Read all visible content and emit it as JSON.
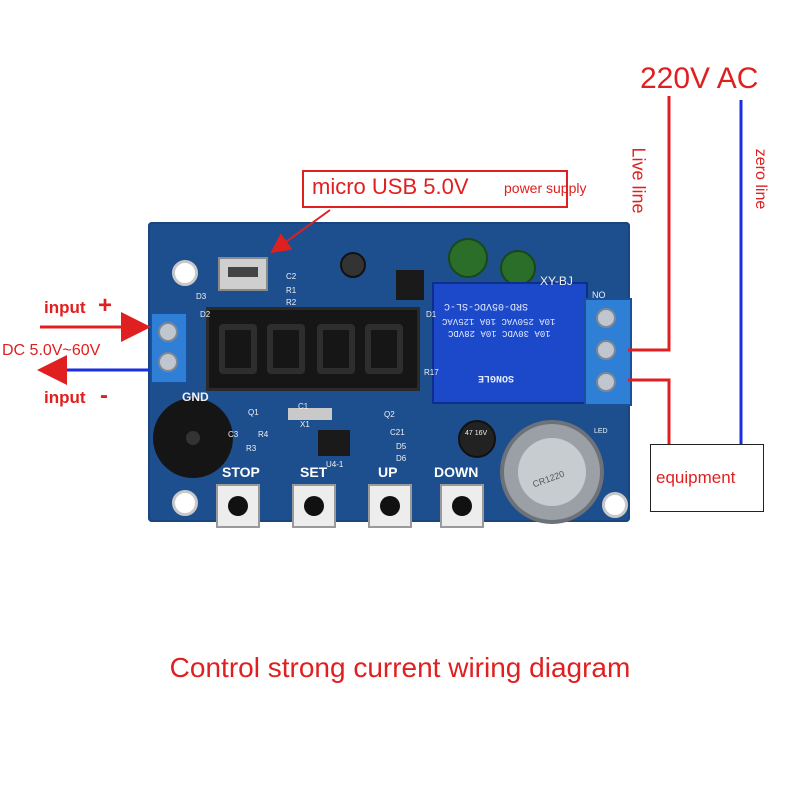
{
  "labels": {
    "power_title_main": "micro USB 5.0V",
    "power_title_sub": "power supply",
    "input_plus": "input",
    "input_plus_sign": "+",
    "dc_range": "DC 5.0V~60V",
    "input_minus": "input",
    "input_minus_sign": "-",
    "ac_title": "220V AC",
    "live_line": "Live line",
    "zero_line": "zero line",
    "equipment": "equipment",
    "caption": "Control strong current wiring diagram"
  },
  "board": {
    "model": "XY-BJ",
    "gnd": "GND",
    "no": "NO",
    "led": "LED",
    "buttons": [
      "STOP",
      "SET",
      "UP",
      "DOWN"
    ],
    "relay_lines": [
      "SRD-05VDC-SL-C",
      "10A 250VAC  10A 125VAC",
      "10A 30VDC  10A 28VDC"
    ],
    "relay_brand": "SONGLE",
    "battery_text": "CR1220",
    "cap_text": "47 16V",
    "silk": [
      "D3",
      "R1",
      "C2",
      "R2",
      "R3",
      "R4",
      "D1",
      "R17",
      "D2",
      "Q1",
      "Q2",
      "X1",
      "U4-1",
      "C21",
      "D5",
      "D6",
      "C1",
      "C3"
    ]
  },
  "colors": {
    "label_red": "#e02020",
    "arrow_blue": "#1a2ee6",
    "pcb_blue": "#1d4f8f",
    "relay_blue": "#1b49c9"
  }
}
